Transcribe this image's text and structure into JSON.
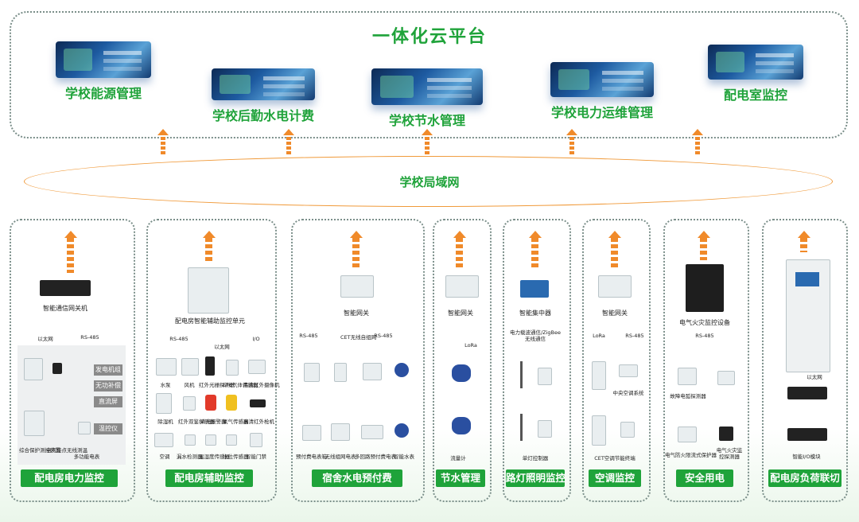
{
  "platform": {
    "title": "一体化云平台",
    "apps": [
      "学校能源管理",
      "学校后勤水电计费",
      "学校节水管理",
      "学校电力运维管理",
      "配电室监控"
    ]
  },
  "network": {
    "label": "学校局域网"
  },
  "subsystems": [
    {
      "label": "配电房电力监控",
      "gateway": "智能通信网关机",
      "links": [
        "以太网",
        "RS-485"
      ],
      "tags": [
        "发电机组",
        "无功补偿",
        "直流屏",
        "温控仪"
      ],
      "captions": [
        "综合保护测控装置",
        "电气接点无线测温",
        "多功能电表"
      ]
    },
    {
      "label": "配电房辅助监控",
      "gateway": "配电房智能辅助监控单元",
      "links": [
        "RS-485",
        "以太网",
        "I/O"
      ],
      "captions": [
        "水泵",
        "风机",
        "红外光栅探测器",
        "SF6气体传感器",
        "高清红外摄像机",
        "除湿机",
        "红外双鉴探测器",
        "声光报警器",
        "氧气传感器",
        "高清红外枪机",
        "空调",
        "漏水检测器",
        "温湿度传感器",
        "水位传感器",
        "智能门禁"
      ]
    },
    {
      "label": "宿舍水电预付费",
      "gateway": "智能网关",
      "links": [
        "RS-485",
        "CET无线自组网",
        "RS-485"
      ],
      "captions": [
        "预付费电表箱",
        "无线组网电表",
        "多回路预付费电表",
        "智能水表"
      ]
    },
    {
      "label": "节水管理",
      "gateway": "智能网关",
      "links": [
        "LoRa"
      ],
      "captions": [
        "流量计"
      ]
    },
    {
      "label": "路灯照明监控",
      "gateway": "智能集中器",
      "links": [
        "电力载波通信/ZigBee无线通信"
      ],
      "captions": [
        "单灯控制器"
      ]
    },
    {
      "label": "空调监控",
      "gateway": "智能网关",
      "links": [
        "LoRa",
        "RS-485"
      ],
      "captions": [
        "中央空调系统",
        "CET空调节能终端"
      ]
    },
    {
      "label": "安全用电",
      "gateway": "电气火灾监控设备",
      "links": [
        "RS-485"
      ],
      "captions": [
        "故障电弧探测器",
        "电气防火限流式保护器",
        "电气火灾监控探测器"
      ]
    },
    {
      "label": "配电房负荷联切",
      "gateway": "",
      "links": [
        "以太网"
      ],
      "captions": [
        "智能I/O模块"
      ]
    }
  ],
  "colors": {
    "accent": "#1fa33a",
    "arrow": "#f08a2a",
    "border": "#7b8f8a"
  }
}
